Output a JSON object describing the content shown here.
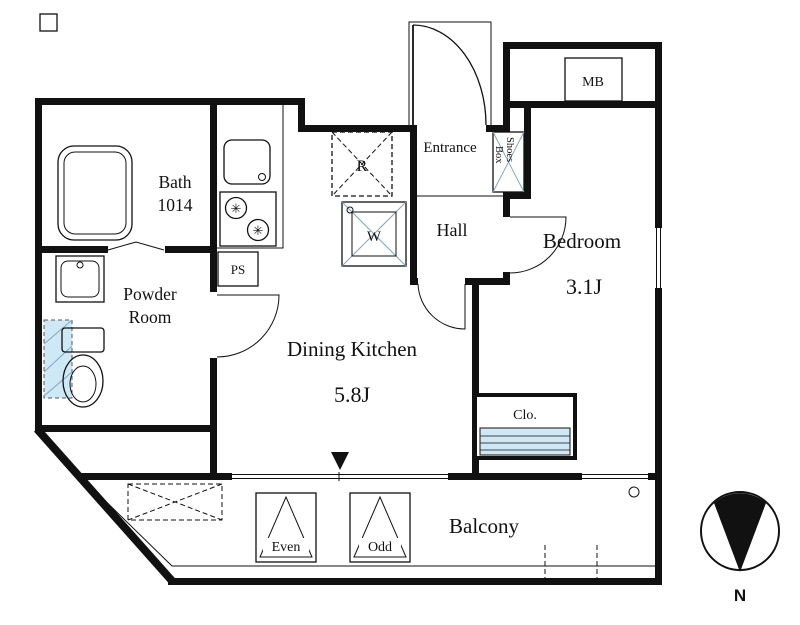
{
  "rooms": {
    "bath": {
      "name": "Bath",
      "size": "1014"
    },
    "powder_room": {
      "line1": "Powder",
      "line2": "Room"
    },
    "entrance": {
      "label": "Entrance"
    },
    "hall": {
      "label": "Hall"
    },
    "bedroom": {
      "label": "Bedroom",
      "size": "3.1J"
    },
    "dining_kitchen": {
      "label": "Dining Kitchen",
      "size": "5.8J"
    },
    "closet": {
      "label": "Clo."
    },
    "balcony": {
      "label": "Balcony"
    }
  },
  "fixtures": {
    "refrigerator": "R",
    "washer": "W",
    "pipe_space": "PS",
    "meter_box": "MB",
    "shoes_box": {
      "line1": "Shoes",
      "line2": "Box"
    }
  },
  "balcony_hatches": {
    "even": "Even",
    "odd": "Odd"
  },
  "compass": {
    "north": "N"
  },
  "icons": {
    "burner": "✳"
  },
  "colors": {
    "fixture_blue": "#cfe8f6",
    "line": "#111111"
  }
}
